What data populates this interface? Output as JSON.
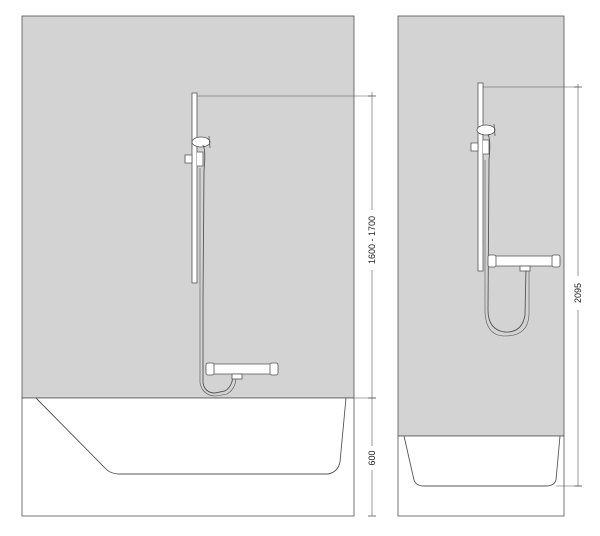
{
  "colors": {
    "wall": "#d3d3d3",
    "line": "#555555",
    "tub_fill": "#ffffff",
    "background": "#ffffff"
  },
  "dimensions": {
    "left_rail_height": "1600 - 1700",
    "left_tub_height": "600",
    "right_total_height": "2095"
  }
}
